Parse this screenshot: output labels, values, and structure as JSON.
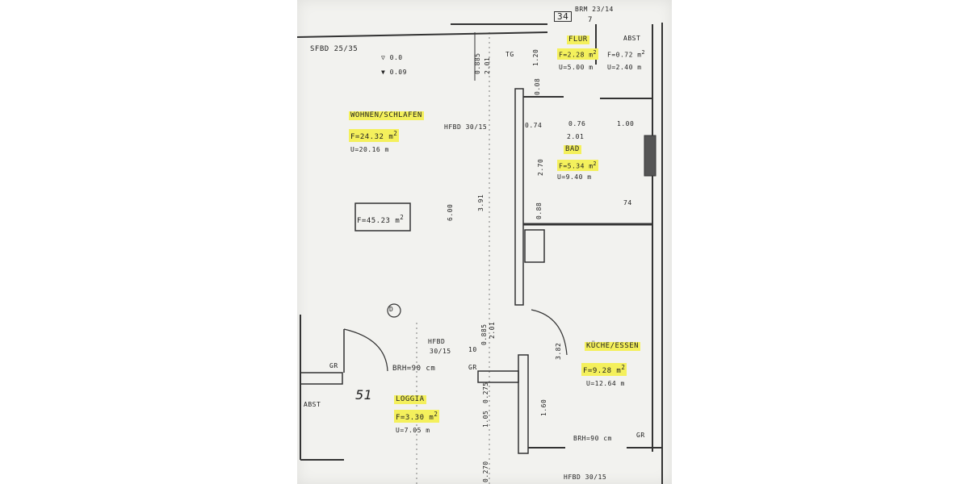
{
  "header": {
    "sheet_number": "34",
    "top_ref": "BRM 23/14",
    "top_right_mark": "7"
  },
  "rooms": {
    "flur": {
      "name": "FLUR",
      "area": "F=2.28 m",
      "perimeter": "U=5.00 m",
      "sup": "2"
    },
    "abst_top": {
      "name": "ABST",
      "area": "F=0.72 m",
      "perimeter": "U=2.40 m",
      "sup": "2"
    },
    "wohnen": {
      "name": "WOHNEN/SCHLAFEN",
      "area": "F=24.32 m",
      "perimeter": "U=20.16 m",
      "sup": "2"
    },
    "bad": {
      "name": "BAD",
      "area": "F=5.34 m",
      "perimeter": "U=9.40 m",
      "sup": "2"
    },
    "total": {
      "area": "F=45.23 m",
      "sup": "2"
    },
    "kueche": {
      "name": "KÜCHE/ESSEN",
      "area": "F=9.28 m",
      "perimeter": "U=12.64 m",
      "sup": "2"
    },
    "loggia": {
      "name": "LOGGIA",
      "area": "F=3.30 m",
      "perimeter": "U=7.05 m",
      "sup": "2"
    },
    "abst_left": {
      "name": "ABST"
    }
  },
  "annotations": {
    "sfbd": "SFBD 25/35",
    "level_1": "▽ 0.0",
    "level_2": "▼ 0.09",
    "hfbd_1": "HFBD 30/15",
    "hfbd_2": "HFBD",
    "hfbd_2b": "30/15",
    "hfbd_3": "HFBD 30/15",
    "tg": "TG",
    "brh_1": "BRH=90 cm",
    "brh_2": "BRH=90 cm",
    "gr_1": "GR",
    "gr_2": "GR",
    "gr_3": "GR",
    "circle_d": "D",
    "handwritten": "51",
    "ten": "10"
  },
  "dimensions": {
    "d_0885": "0.885",
    "d_201": "2.01",
    "d_120": "1.20",
    "d_008": "0.08",
    "d_074": "0.74",
    "d_076": "0.76",
    "d_201b": "2.01",
    "d_100": "1.00",
    "d_270": "2.70",
    "d_600": "6.00",
    "d_391": "3.91",
    "d_088": "0.88",
    "d_0885b": "0.885",
    "d_201c": "2.01",
    "d_382": "3.82",
    "d_160": "1.60",
    "d_105": "1.05",
    "d_0275": "0.275",
    "d_0270": "0.270",
    "d_74": "74"
  },
  "colors": {
    "highlight": "#f4f05c",
    "line": "#333333",
    "paper": "#f2f2ef"
  }
}
